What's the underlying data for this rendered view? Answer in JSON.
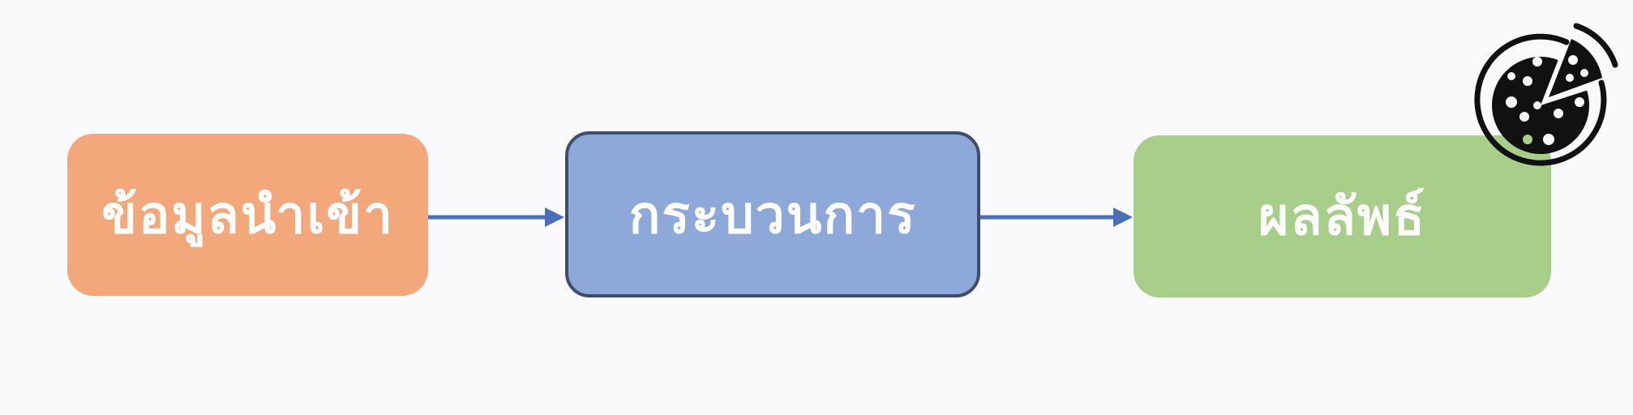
{
  "diagram": {
    "nodes": [
      {
        "id": "input",
        "label": "ข้อมูลนำเข้า",
        "color": "#f2a87a"
      },
      {
        "id": "process",
        "label": "กระบวนการ",
        "color": "#8ea8da"
      },
      {
        "id": "output",
        "label": "ผลลัพธ์",
        "color": "#a7cf8a"
      }
    ],
    "edges": [
      {
        "from": "input",
        "to": "process"
      },
      {
        "from": "process",
        "to": "output"
      }
    ],
    "edge_color": "#4a6fb8",
    "icon": "pizza-icon"
  }
}
